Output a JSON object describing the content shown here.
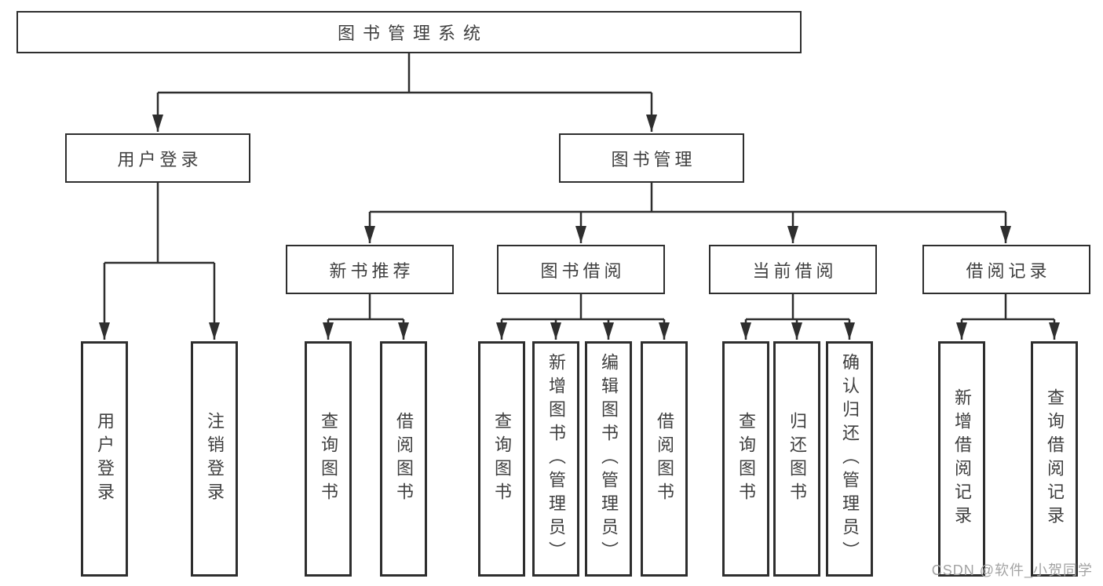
{
  "diagram": {
    "root": {
      "label": "图书管理系统"
    },
    "level2": [
      {
        "label": "用户登录"
      },
      {
        "label": "图书管理"
      }
    ],
    "level3": [
      {
        "label": "新书推荐"
      },
      {
        "label": "图书借阅"
      },
      {
        "label": "当前借阅"
      },
      {
        "label": "借阅记录"
      }
    ],
    "leaves": [
      {
        "label": "用户登录"
      },
      {
        "label": "注销登录"
      },
      {
        "label": "查询图书"
      },
      {
        "label": "借阅图书"
      },
      {
        "label": "查询图书"
      },
      {
        "label": "新增图书（管理员）"
      },
      {
        "label": "编辑图书（管理员）"
      },
      {
        "label": "借阅图书"
      },
      {
        "label": "查询图书"
      },
      {
        "label": "归还图书"
      },
      {
        "label": "确认归还（管理员）"
      },
      {
        "label": "新增借阅记录"
      },
      {
        "label": "查询借阅记录"
      }
    ],
    "watermark": "CSDN @软件_小贺同学",
    "colors": {
      "line": "#2e2e2e",
      "text": "#3f3f3f",
      "watermark": "#a3a3a3",
      "background": "#ffffff"
    }
  }
}
